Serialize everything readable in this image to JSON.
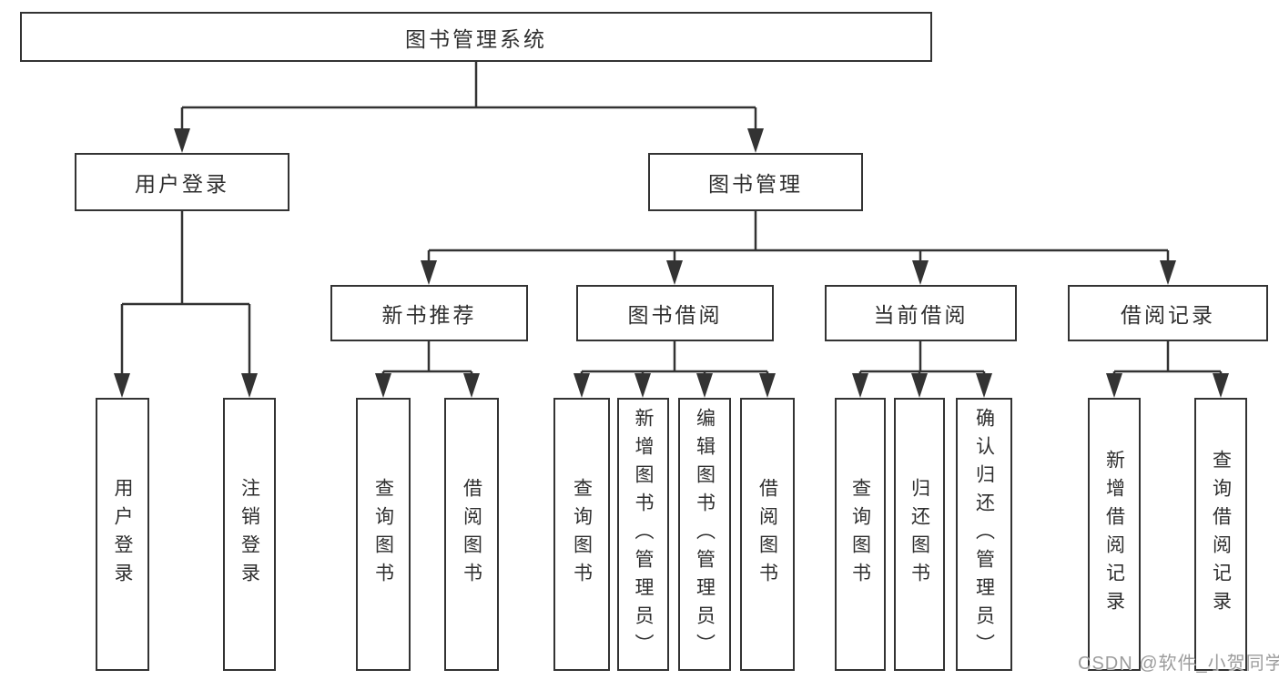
{
  "tree": {
    "label": "图书管理系统",
    "children": [
      {
        "label": "用户登录",
        "children": [
          {
            "label": "用户登录"
          },
          {
            "label": "注销登录"
          }
        ]
      },
      {
        "label": "图书管理",
        "children": [
          {
            "label": "新书推荐",
            "children": [
              {
                "label": "查询图书"
              },
              {
                "label": "借阅图书"
              }
            ]
          },
          {
            "label": "图书借阅",
            "children": [
              {
                "label": "查询图书"
              },
              {
                "label": "新增图书（管理员）"
              },
              {
                "label": "编辑图书（管理员）"
              },
              {
                "label": "借阅图书"
              }
            ]
          },
          {
            "label": "当前借阅",
            "children": [
              {
                "label": "查询图书"
              },
              {
                "label": "归还图书"
              },
              {
                "label": "确认归还（管理员）"
              }
            ]
          },
          {
            "label": "借阅记录",
            "children": [
              {
                "label": "新增借阅记录"
              },
              {
                "label": "查询借阅记录"
              }
            ]
          }
        ]
      }
    ]
  },
  "watermark": "CSDN @软件_小贺同学",
  "colors": {
    "line": "#333333",
    "text": "#2f2f2f",
    "watermark": "#9c9c9c",
    "background": "#ffffff"
  }
}
